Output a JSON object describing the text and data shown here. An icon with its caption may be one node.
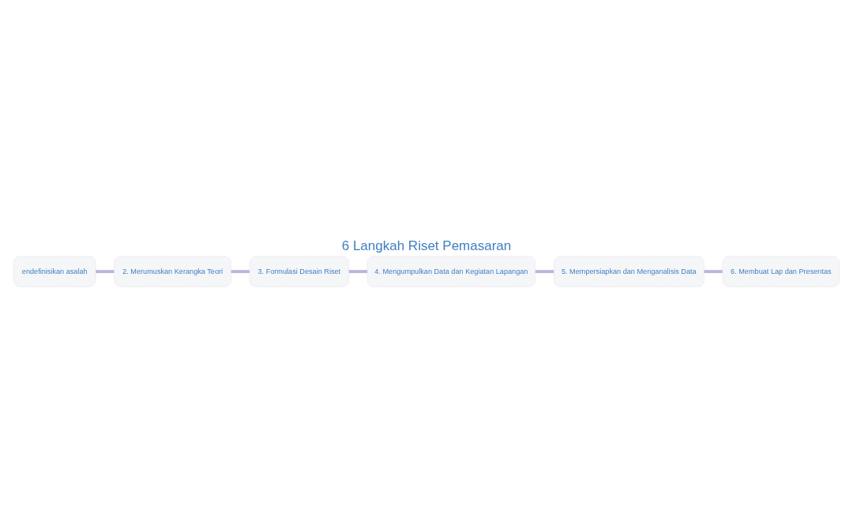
{
  "diagram": {
    "title": "6 Langkah Riset Pemasaran",
    "nodes": [
      {
        "text": [
          "endefinisikan asalah"
        ]
      },
      {
        "text": [
          "2. Merumuskan Kerangka Teori"
        ]
      },
      {
        "text": [
          "3. Formulasi Desain Riset"
        ]
      },
      {
        "text": [
          "4. Mengumpulkan Data dan Kegiatan Lapangan"
        ]
      },
      {
        "text": [
          "5. Mempersiapkan dan Menganalisis Data"
        ]
      },
      {
        "text": [
          "6. Membuat Lap dan Presentas"
        ]
      }
    ],
    "edges": [
      {
        "from": 0,
        "to": 1,
        "arrow": "none"
      },
      {
        "from": 1,
        "to": 2,
        "arrow": "none"
      },
      {
        "from": 2,
        "to": 3,
        "arrow": "none"
      },
      {
        "from": 3,
        "to": 4,
        "arrow": "none"
      },
      {
        "from": 4,
        "to": 5,
        "arrow": "none"
      }
    ]
  }
}
